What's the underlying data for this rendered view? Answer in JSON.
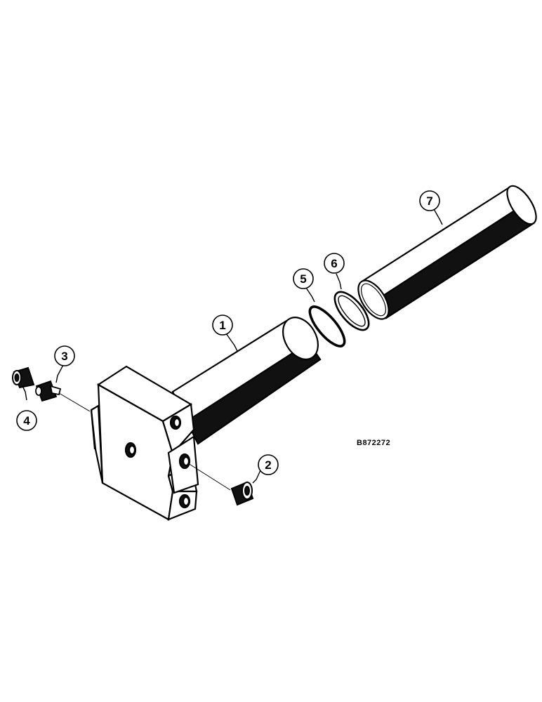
{
  "diagram": {
    "reference_code": "B872272",
    "callouts": [
      {
        "id": "1",
        "label": "1"
      },
      {
        "id": "2",
        "label": "2"
      },
      {
        "id": "3",
        "label": "3"
      },
      {
        "id": "4",
        "label": "4"
      },
      {
        "id": "5",
        "label": "5"
      },
      {
        "id": "6",
        "label": "6"
      },
      {
        "id": "7",
        "label": "7"
      }
    ],
    "colors": {
      "ink": "#000000",
      "paper": "#ffffff",
      "shade": "#111111"
    }
  }
}
